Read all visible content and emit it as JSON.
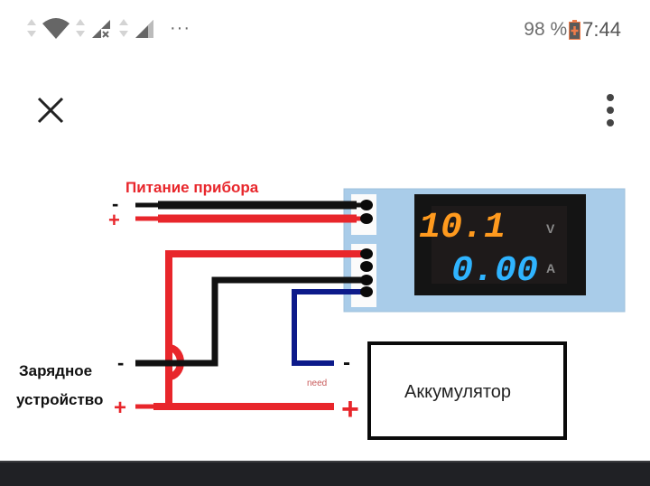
{
  "status_bar": {
    "icons": [
      "data-arrows-icon",
      "wifi-icon",
      "data-arrows-icon",
      "signal-no-sim-icon",
      "data-arrows-icon",
      "signal-icon",
      "more-notifications-icon"
    ],
    "more_glyph": "···",
    "battery_percent": "98 %",
    "battery_state": "charging",
    "battery_color": "#f07c4a",
    "time": "7:44"
  },
  "toolbar": {
    "close_icon": "close-icon",
    "more_icon": "more-vert-icon"
  },
  "diagram": {
    "power_label": "Питание прибора",
    "power_minus": "-",
    "power_plus": "+",
    "charger_label_line1": "Зарядное",
    "charger_label_line2": "устройство",
    "charger_minus": "-",
    "charger_plus": "+",
    "need_label": "need",
    "battery_minus": "-",
    "battery_plus": "+",
    "battery_label": "Аккумулятор",
    "meter": {
      "voltage_reading": "10.1",
      "voltage_unit": "V",
      "current_reading": "0.00",
      "current_unit": "A",
      "voltage_color": "#ff9a1e",
      "current_color": "#2fb4ff"
    },
    "colors": {
      "red_wire": "#e8262b",
      "black_wire": "#111111",
      "blue_wire": "#0c1a8a",
      "meter_panel": "#a9cce9"
    }
  }
}
